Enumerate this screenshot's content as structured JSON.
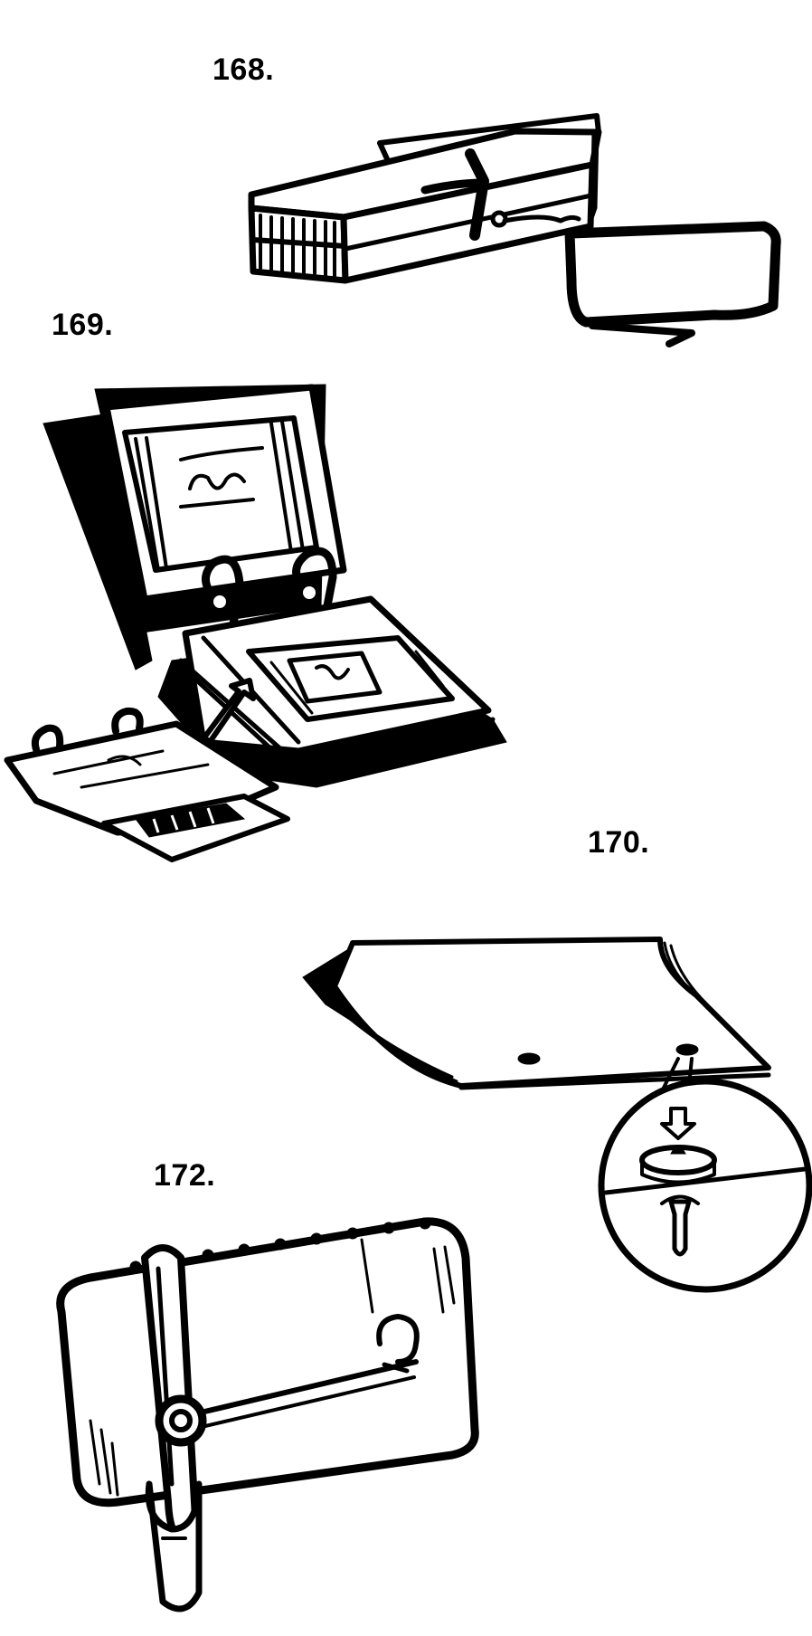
{
  "figures": [
    {
      "label": "168.",
      "illustration_icon": "bound-card-bundle-with-tag-icon"
    },
    {
      "label": "169.",
      "illustration_icon": "ring-binder-file-icon"
    },
    {
      "label": "170.",
      "illustration_icon": "stack-of-sheets-with-stud-detail-icon"
    },
    {
      "label": "172.",
      "illustration_icon": "pad-with-safety-pin-clasp-icon"
    }
  ],
  "colors": {
    "ink": "#000000",
    "paper": "#ffffff"
  }
}
